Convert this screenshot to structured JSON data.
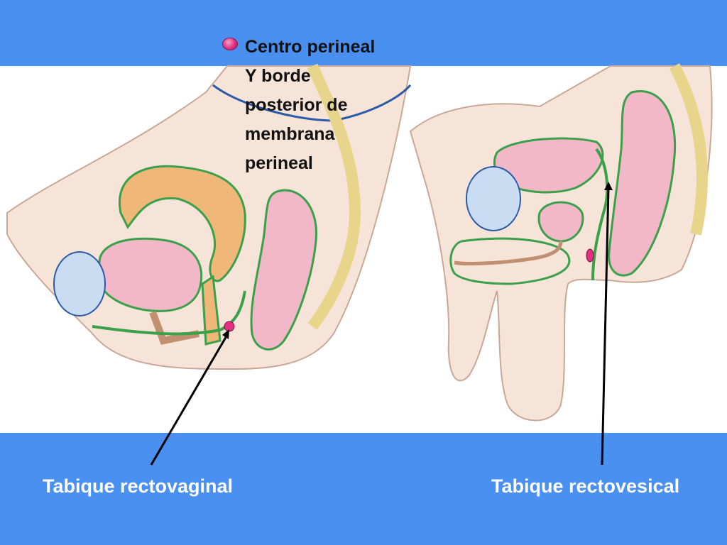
{
  "legend": {
    "line1": "Centro perineal",
    "line2": "Y borde\nposterior de\nmembrana\nperineal",
    "dot_color": "#e0307f"
  },
  "captions": {
    "left": "Tabique rectovaginal",
    "right": "Tabique rectovesical"
  },
  "colors": {
    "background": "#4a90f0",
    "fascia": "#3aa04a",
    "skin": "#f3dfd2",
    "organ": "#f2b8c8",
    "bone": "#c9dcf2",
    "uterus": "#f0b878"
  }
}
